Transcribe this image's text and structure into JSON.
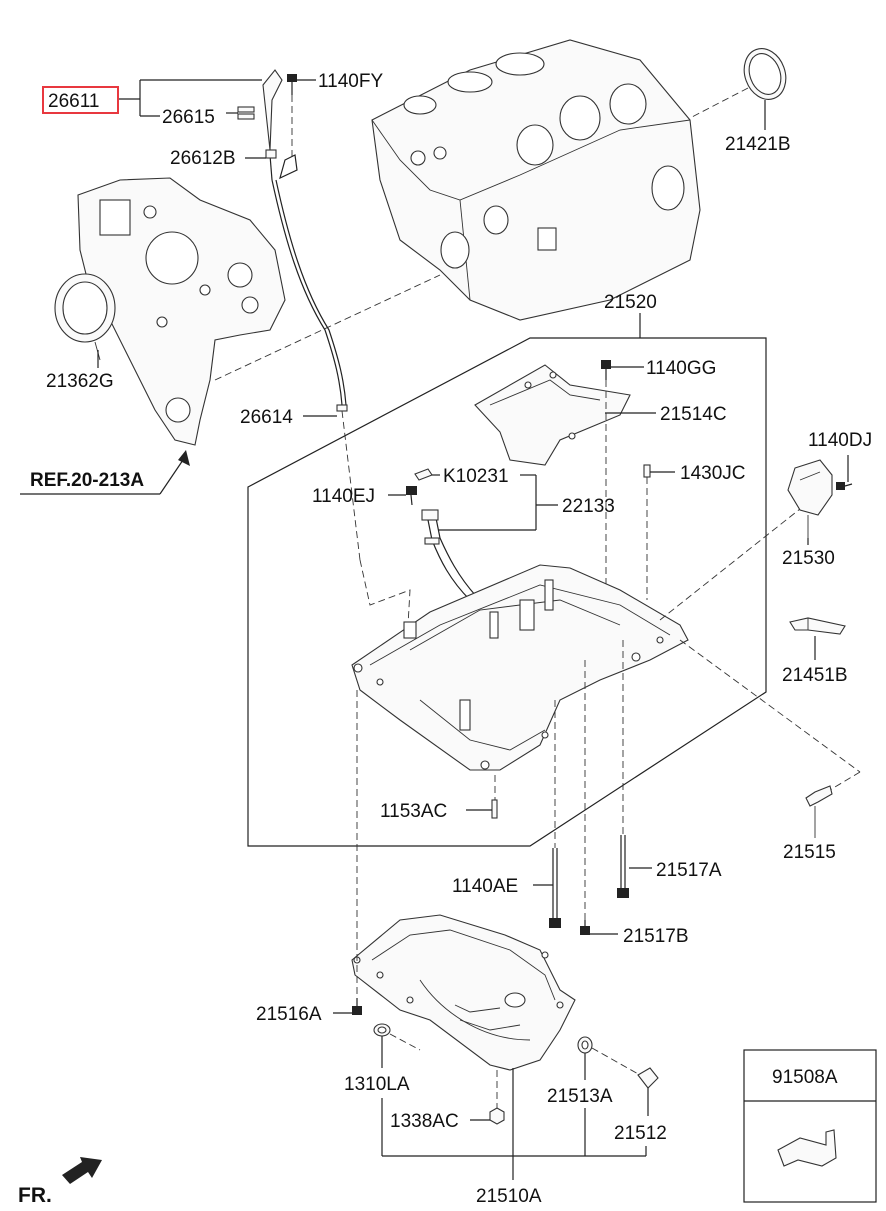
{
  "callouts": {
    "p26611": "26611",
    "p26615": "26615",
    "p1140FY": "1140FY",
    "p26612B": "26612B",
    "p21421B": "21421B",
    "p21362G": "21362G",
    "p21520": "21520",
    "p1140GG": "1140GG",
    "p21514C": "21514C",
    "p26614": "26614",
    "p1140DJ": "1140DJ",
    "ref": "REF.20-213A",
    "pK10231": "K10231",
    "p1430JC": "1430JC",
    "p1140EJ": "1140EJ",
    "p22133": "22133",
    "p21530": "21530",
    "p21451B": "21451B",
    "p1153AC": "1153AC",
    "p21515": "21515",
    "p1140AE": "1140AE",
    "p21517A": "21517A",
    "p21517B": "21517B",
    "p21516A": "21516A",
    "p1310LA": "1310LA",
    "p21513A": "21513A",
    "p1338AC": "1338AC",
    "p21512": "21512",
    "p21510A": "21510A",
    "p91508A": "91508A",
    "fr": "FR."
  },
  "highlight_color": "#e8383f",
  "line_color": "#222222"
}
